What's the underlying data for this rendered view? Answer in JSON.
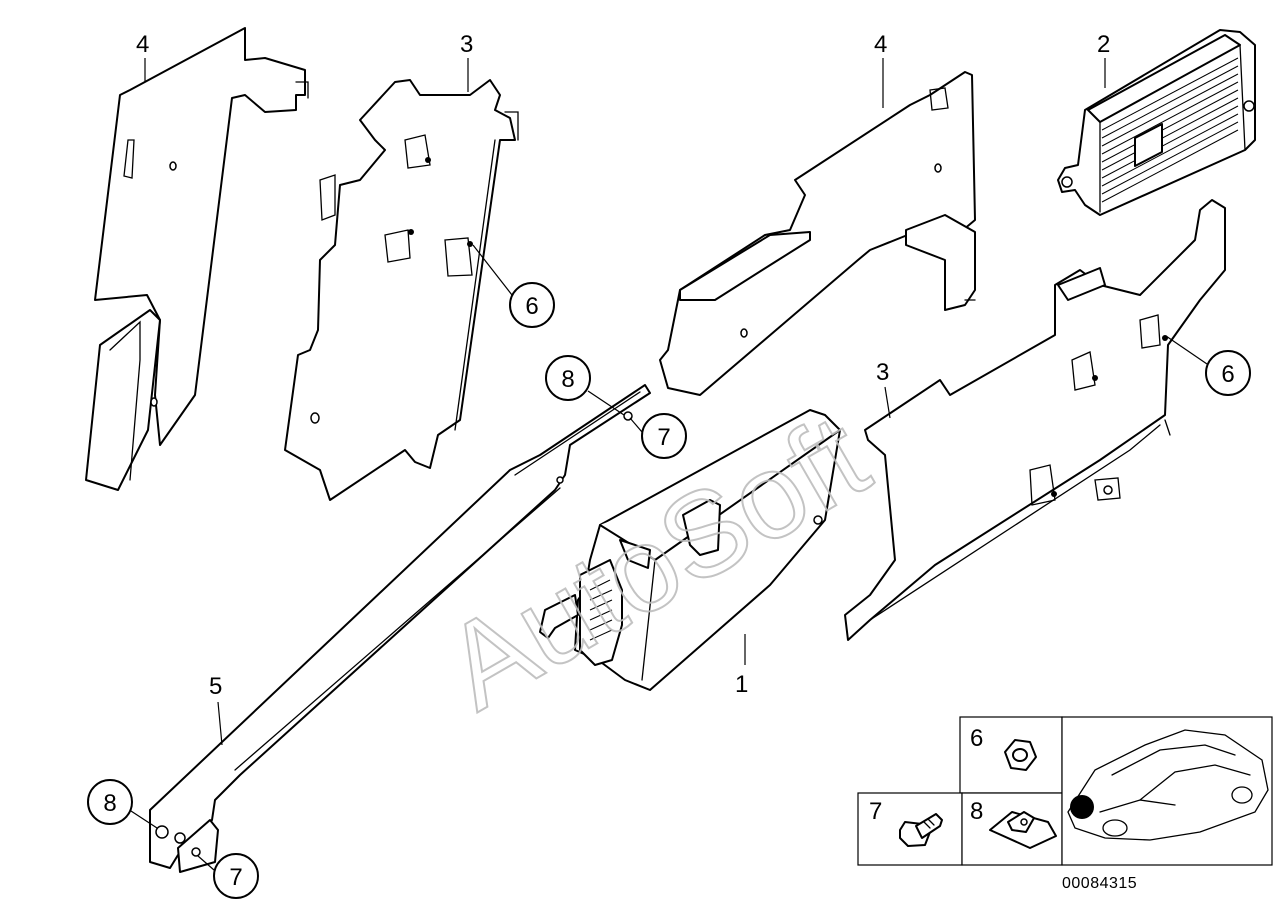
{
  "diagram": {
    "parts": [
      {
        "key": "bracket_left",
        "callout": "4"
      },
      {
        "key": "bracket_mid",
        "callout": "3"
      },
      {
        "key": "bracket_top_right",
        "callout": "4"
      },
      {
        "key": "module_small",
        "callout": "2"
      },
      {
        "key": "bracket_right",
        "callout": "3"
      },
      {
        "key": "control_unit",
        "callout": "1"
      },
      {
        "key": "strut",
        "callout": "5"
      }
    ],
    "callouts": {
      "nut_left": "6",
      "nut_right": "6",
      "clip_top": "8",
      "screw_top": "7",
      "clip_bottom": "8",
      "screw_bottom": "7"
    },
    "legend": {
      "nut": "6",
      "screw": "7",
      "clip": "8"
    },
    "watermark": "AutoSoft",
    "reference_number": "00084315"
  }
}
